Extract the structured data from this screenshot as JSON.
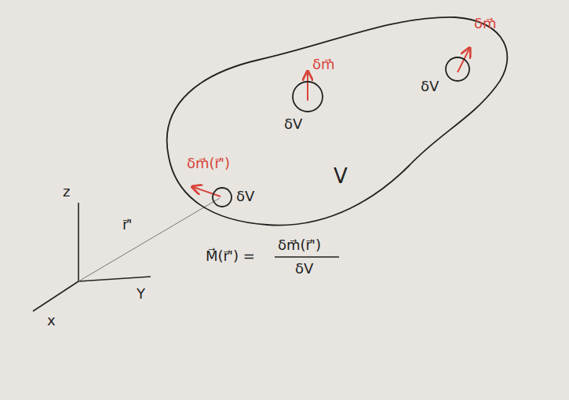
{
  "diagram": {
    "nodes": [
      {
        "text": [
          "V"
        ]
      },
      {
        "text": [
          "δV"
        ],
        "in": 0
      },
      {
        "text": [
          "δV"
        ],
        "in": 0
      },
      {
        "text": [
          "δV"
        ],
        "in": 0
      }
    ],
    "labels": [
      "δm⃗",
      "δm⃗",
      "δm⃗(r⃗')",
      "z",
      "r⃗'",
      "Y",
      "x",
      "M⃗(r⃗') =",
      "δm⃗(r⃗')",
      "δV"
    ]
  }
}
